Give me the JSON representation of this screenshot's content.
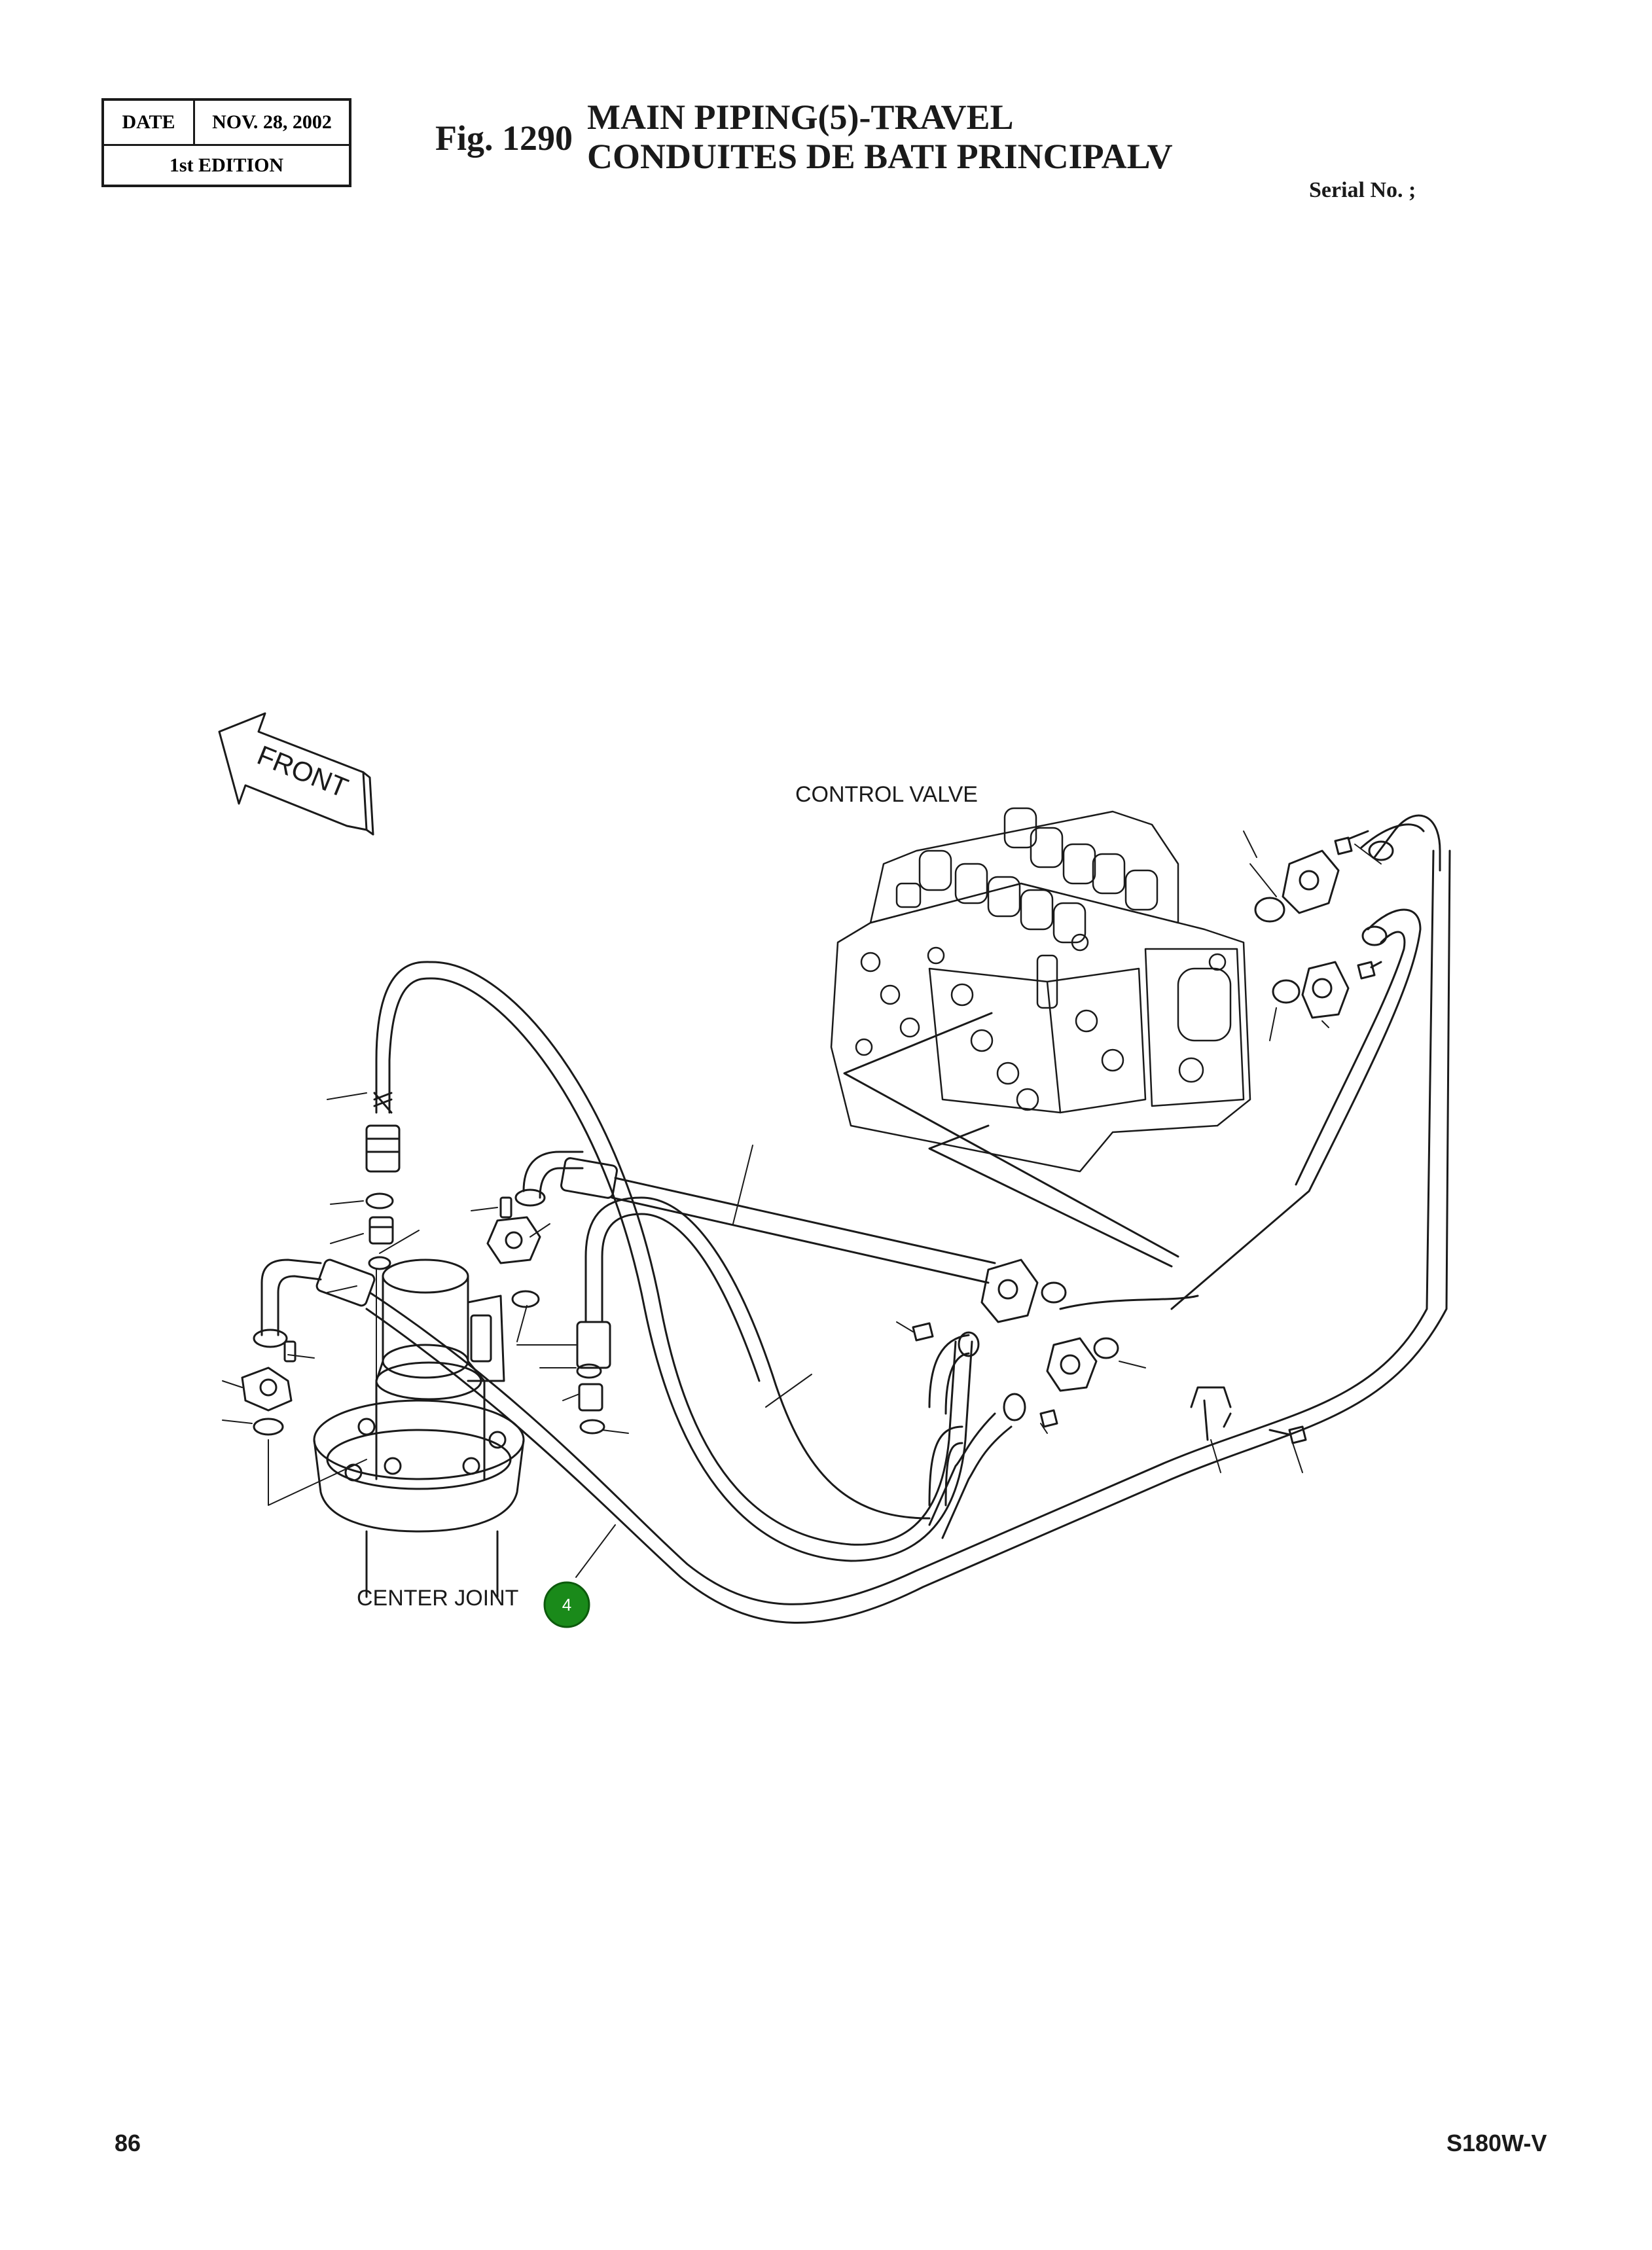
{
  "header": {
    "date_label": "DATE",
    "date_value": "NOV. 28, 2002",
    "edition": "1st EDITION",
    "fig_number": "Fig. 1290",
    "title_en": "MAIN PIPING(5)-TRAVEL",
    "title_fr": "CONDUITES DE BATI PRINCIPALV",
    "serial": "Serial No. ;"
  },
  "diagram": {
    "front_label": "FRONT",
    "control_valve_label": "CONTROL VALVE",
    "center_joint_label": "CENTER JOINT",
    "callout_number": "4",
    "callout_color": "#1a8a1a"
  },
  "footer": {
    "page_number": "86",
    "model": "S180W-V"
  }
}
